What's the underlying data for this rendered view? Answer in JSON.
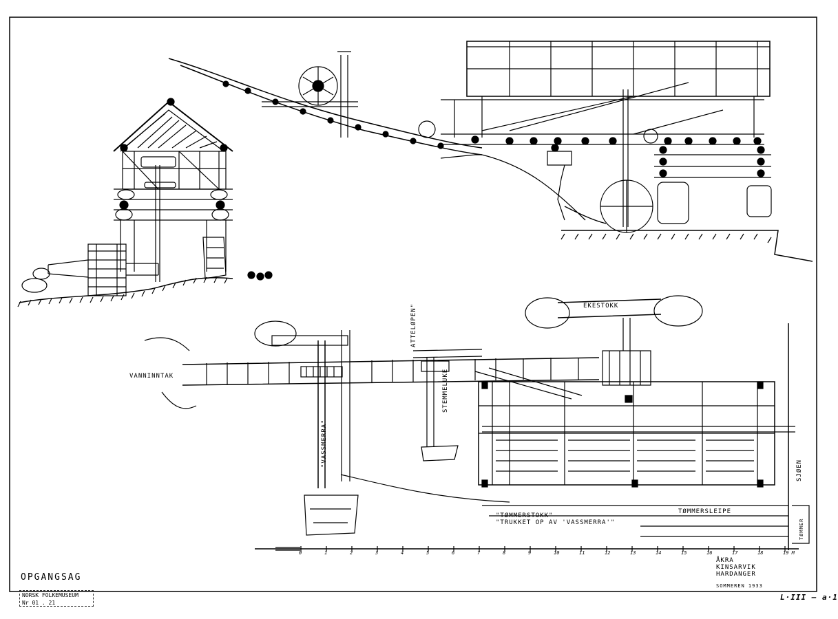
{
  "title": "OPGANGSAG",
  "museum_stamp": {
    "line1": "NORSK FOLKEMUSEUM",
    "line2": "Nr 01 . 21"
  },
  "catalog_number": "L·III — a·1",
  "location": {
    "line1": "ÅKRA",
    "line2": "KINSARVIK",
    "line3": "HARDANGER",
    "date": "SOMMEREN 1933"
  },
  "labels": {
    "vanninntak": "VANNINNTAK",
    "vassmerra": "\"VASSMERRA\"",
    "attelopen": "ATTELØPEN\"",
    "stemmeluke": "STEMMELUKE",
    "ekestokk": "EKESTOKK",
    "sjoen": "SJØEN",
    "tommersleipe": "TØMMERSLEIPE",
    "tommerstokk_1": "\"TØMMERSTOKK\"",
    "tommerstokk_2": "\"TRUKKET OP AV 'VASSMERRA'\"",
    "tommer": "TØMMER"
  },
  "scale": {
    "ticks": [
      "0",
      "1",
      "2",
      "3",
      "4",
      "5",
      "6",
      "7",
      "8",
      "9",
      "10",
      "11",
      "12",
      "13",
      "14",
      "15",
      "16",
      "17",
      "18",
      "19 M"
    ]
  }
}
